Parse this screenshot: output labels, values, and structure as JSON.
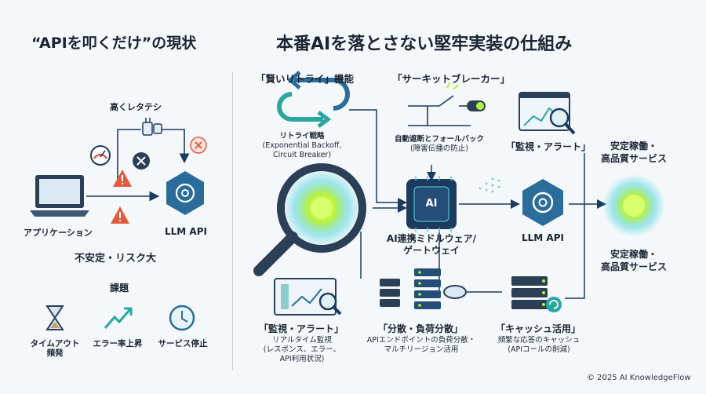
{
  "left": {
    "title": "“APIを叩くだけ”の現状",
    "latency_label": "高くレタテシ",
    "app_label": "アプリケーション",
    "llm_label": "LLM API",
    "risk_label": "不安定・リスク大",
    "issues_title": "課題",
    "issues": [
      {
        "label": "タイムアウト",
        "label2": "頻発",
        "icon": "hourglass-icon"
      },
      {
        "label": "エラー率上昇",
        "label2": "",
        "icon": "trend-up-icon"
      },
      {
        "label": "サービス停止",
        "label2": "",
        "icon": "clock-icon"
      }
    ]
  },
  "right": {
    "title": "本番AIを落とさない堅牢実装の仕組み",
    "retry": {
      "title": "「賢いリトライ」機能",
      "line1": "リトライ戦略",
      "line2": "(Exponential Backoff,",
      "line3": "Circuit Breaker)"
    },
    "breaker": {
      "title": "「サーキットブレーカー」",
      "line1": "自動遮断とフォールバック",
      "line2": "(障害伝播の防止)"
    },
    "monitor_top": {
      "title": "「監視・アラート」"
    },
    "gateway": {
      "chip": "AI",
      "line1": "AI連携ミドルウェア/",
      "line2": "ゲートウェイ"
    },
    "llm_label": "LLM API",
    "stable1": {
      "line1": "安定稼働・",
      "line2": "高品質サービス"
    },
    "stable2": {
      "line1": "安定稼働・",
      "line2": "高品質サービス"
    },
    "monitor_bottom": {
      "title": "「監視・アラート」",
      "line1": "リアルタイム監視",
      "line2": "(レスポンス、エラー、",
      "line3": "API利用状況)"
    },
    "loadbal": {
      "title": "「分散・負荷分散」",
      "line1": "APIエンドポイントの負荷分散・",
      "line2": "マルチリージョン活用"
    },
    "cache": {
      "title": "「キャッシュ活用」",
      "line1": "頻繁な応答のキャッシュ",
      "line2": "(APIコールの削減)"
    }
  },
  "footer": "© 2025 AI KnowledgeFlow",
  "colors": {
    "accent": "#1f6fa8",
    "teal": "#2aa6a0",
    "warn": "#e25b3c",
    "glow": "#b8f23a",
    "navy": "#1d3a5f"
  }
}
